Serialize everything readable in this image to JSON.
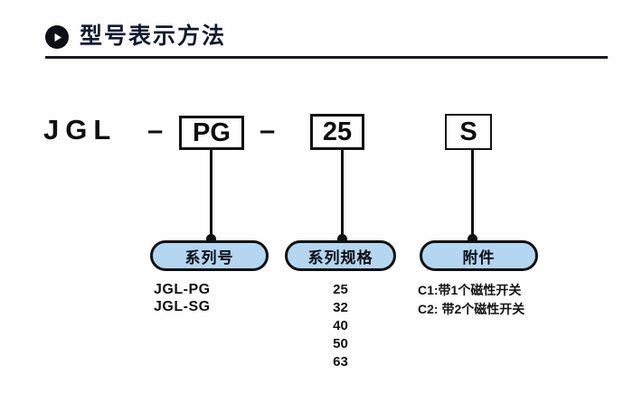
{
  "header": {
    "icon": "play-triangle-icon",
    "title": "型号表示方法"
  },
  "model_code": {
    "prefix": "JGL",
    "dash1": "–",
    "dash2": "–",
    "boxes": [
      {
        "name": "series-code-box",
        "value": "PG"
      },
      {
        "name": "size-code-box",
        "value": "25"
      },
      {
        "name": "accessory-code-box",
        "value": "S"
      }
    ]
  },
  "categories": [
    {
      "key": "series",
      "label": "系列号",
      "options": [
        "JGL-PG",
        "JGL-SG"
      ]
    },
    {
      "key": "spec",
      "label": "系列规格",
      "options": [
        "25",
        "32",
        "40",
        "50",
        "63"
      ]
    },
    {
      "key": "accessory",
      "label": "附件",
      "options": [
        "C1:带1个磁性开关",
        "C2: 带2个磁性开关"
      ]
    }
  ],
  "colors": {
    "pill_fill": "#b4d6f0",
    "line": "#111111",
    "title": "#101a30",
    "background": "#fefefe"
  }
}
